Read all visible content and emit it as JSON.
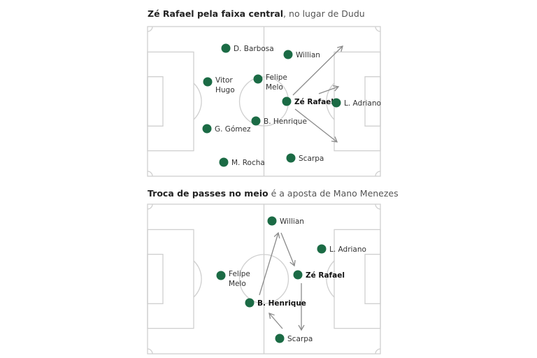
{
  "panel1": {
    "title_bold": "Zé Rafael pela faixa central",
    "title_rest": ", no lugar de Dudu",
    "players": [
      {
        "id": "d-barbosa",
        "lines": [
          "D. Barbosa"
        ],
        "bold": false
      },
      {
        "id": "willian",
        "lines": [
          "Willian"
        ],
        "bold": false
      },
      {
        "id": "vitor-hugo",
        "lines": [
          "Vitor",
          "Hugo"
        ],
        "bold": false
      },
      {
        "id": "felipe-melo",
        "lines": [
          "Felipe",
          "Melo"
        ],
        "bold": false
      },
      {
        "id": "ze-rafael",
        "lines": [
          "Zé Rafael"
        ],
        "bold": true
      },
      {
        "id": "l-adriano",
        "lines": [
          "L. Adriano"
        ],
        "bold": false
      },
      {
        "id": "b-henrique",
        "lines": [
          "B. Henrique"
        ],
        "bold": false
      },
      {
        "id": "g-gomez",
        "lines": [
          "G. Gómez"
        ],
        "bold": false
      },
      {
        "id": "m-rocha",
        "lines": [
          "M. Rocha"
        ],
        "bold": false
      },
      {
        "id": "scarpa",
        "lines": [
          "Scarpa"
        ],
        "bold": false
      }
    ]
  },
  "panel2": {
    "title_bold": "Troca de passes no meio",
    "title_rest": " é a aposta de Mano Menezes",
    "players": [
      {
        "id": "willian",
        "lines": [
          "Willian"
        ],
        "bold": false
      },
      {
        "id": "l-adriano",
        "lines": [
          "L. Adriano"
        ],
        "bold": false
      },
      {
        "id": "felipe-melo",
        "lines": [
          "Felipe",
          "Melo"
        ],
        "bold": false
      },
      {
        "id": "ze-rafael",
        "lines": [
          "Zé Rafael"
        ],
        "bold": true
      },
      {
        "id": "b-henrique",
        "lines": [
          "B. Henrique"
        ],
        "bold": true
      },
      {
        "id": "scarpa",
        "lines": [
          "Scarpa"
        ],
        "bold": false
      }
    ]
  },
  "colors": {
    "player": "#1b6b45",
    "arrow": "#8a8a8a",
    "field_line": "#cfcfcf"
  }
}
